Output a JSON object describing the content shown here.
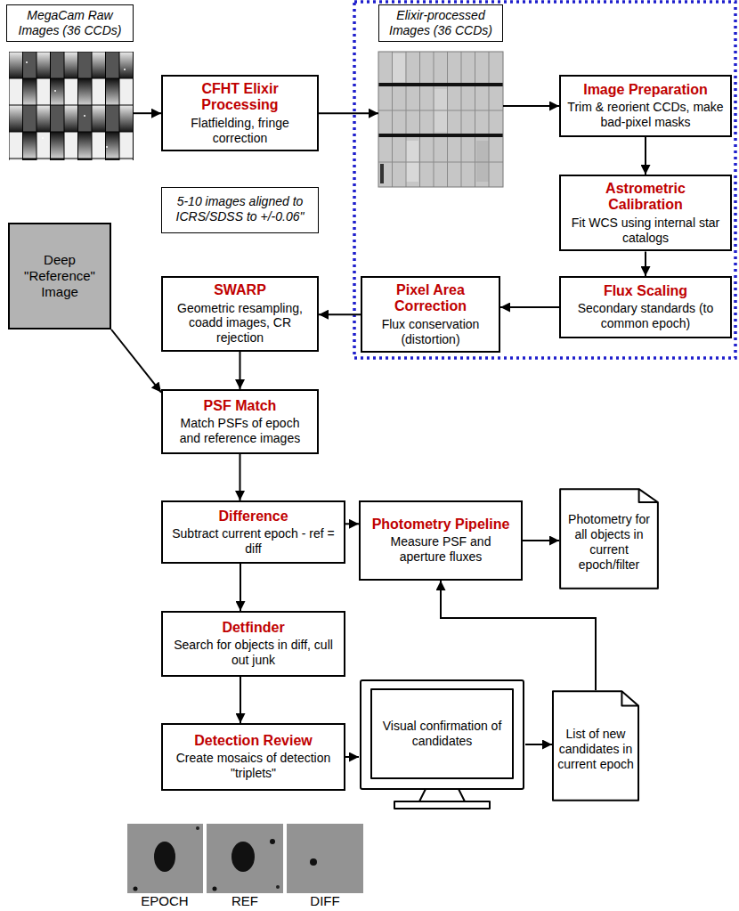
{
  "diagram": {
    "nodes": [
      {
        "text": [
          "MegaCam Raw Images (36 CCDs)"
        ]
      },
      {
        "text": [
          "CFHT Elixir Processing",
          "Flatfielding, fringe correction"
        ]
      },
      {
        "text": [
          "Elixir-processed Images (36 CCDs)"
        ]
      },
      {
        "text": [
          "Image Preparation",
          "Trim & reorient CCDs, make bad-pixel masks"
        ]
      },
      {
        "text": [
          "Astrometric Calibration",
          "Fit WCS using internal star catalogs"
        ]
      },
      {
        "text": [
          "Flux Scaling",
          "Secondary standards (to common epoch)"
        ]
      },
      {
        "text": [
          "Pixel Area Correction",
          "Flux conservation (distortion)"
        ]
      },
      {
        "text": [
          "5-10 images aligned to ICRS/SDSS to +/-0.06\""
        ]
      },
      {
        "text": [
          "Deep \"Reference\" Image"
        ]
      },
      {
        "text": [
          "SWARP",
          "Geometric resampling, coadd images, CR rejection"
        ]
      },
      {
        "text": [
          "PSF Match",
          "Match PSFs of epoch and reference images"
        ]
      },
      {
        "text": [
          "Difference",
          "Subtract current epoch - ref = diff"
        ]
      },
      {
        "text": [
          "Photometry Pipeline",
          "Measure PSF and aperture fluxes"
        ]
      },
      {
        "text": [
          "Photometry for all objects in current epoch/filter"
        ]
      },
      {
        "text": [
          "Detfinder",
          "Search for objects in diff, cull out junk"
        ]
      },
      {
        "text": [
          "Detection Review",
          "Create mosaics of detection \"triplets\""
        ]
      },
      {
        "text": [
          "Visual confirmation of candidates"
        ]
      },
      {
        "text": [
          "List of new candidates in current epoch"
        ]
      }
    ],
    "edges": [
      {
        "from": 0,
        "to": 1,
        "arrow": "to"
      },
      {
        "from": 1,
        "to": 2,
        "arrow": "to"
      },
      {
        "from": 2,
        "to": 3,
        "arrow": "to"
      },
      {
        "from": 3,
        "to": 4,
        "arrow": "to"
      },
      {
        "from": 4,
        "to": 5,
        "arrow": "to"
      },
      {
        "from": 5,
        "to": 6,
        "arrow": "to"
      },
      {
        "from": 6,
        "to": 9,
        "arrow": "to"
      },
      {
        "from": 8,
        "to": 10,
        "arrow": "to"
      },
      {
        "from": 9,
        "to": 10,
        "arrow": "to"
      },
      {
        "from": 10,
        "to": 11,
        "arrow": "to"
      },
      {
        "from": 11,
        "to": 12,
        "arrow": "to"
      },
      {
        "from": 12,
        "to": 13,
        "arrow": "to"
      },
      {
        "from": 11,
        "to": 14,
        "arrow": "to"
      },
      {
        "from": 14,
        "to": 15,
        "arrow": "to"
      },
      {
        "from": 15,
        "to": 16,
        "arrow": "to"
      },
      {
        "from": 16,
        "to": 17,
        "arrow": "to"
      },
      {
        "from": 17,
        "to": 12,
        "arrow": "to"
      }
    ],
    "labels": [
      "EPOCH",
      "REF",
      "DIFF"
    ]
  }
}
